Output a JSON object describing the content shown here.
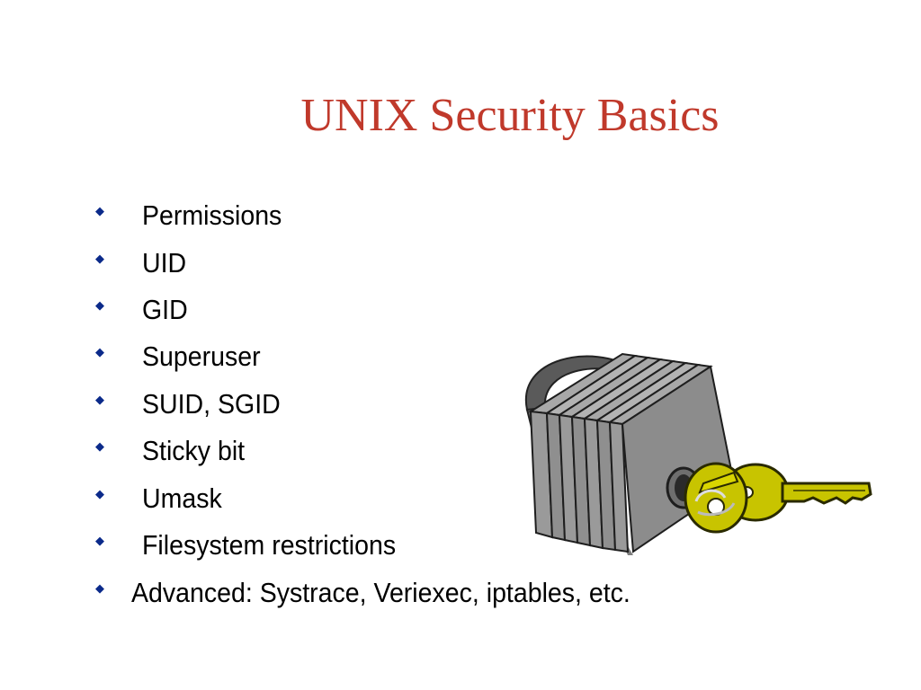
{
  "slide": {
    "title": "UNIX Security Basics",
    "bullets": [
      "Permissions",
      "UID",
      "GID",
      "Superuser",
      "SUID, SGID",
      "Sticky bit",
      "Umask",
      "Filesystem restrictions",
      "Advanced: Systrace, Veriexec, iptables, etc."
    ],
    "bullet_glyph": "◆",
    "colors": {
      "title": "#c0392b",
      "bullet": "#0b2a8a",
      "text": "#000000",
      "lock_body": "#8c8c8c",
      "key": "#c8c400"
    },
    "illustration": {
      "lock_icon": "padlock-icon",
      "key_icon": "key-icon"
    }
  }
}
